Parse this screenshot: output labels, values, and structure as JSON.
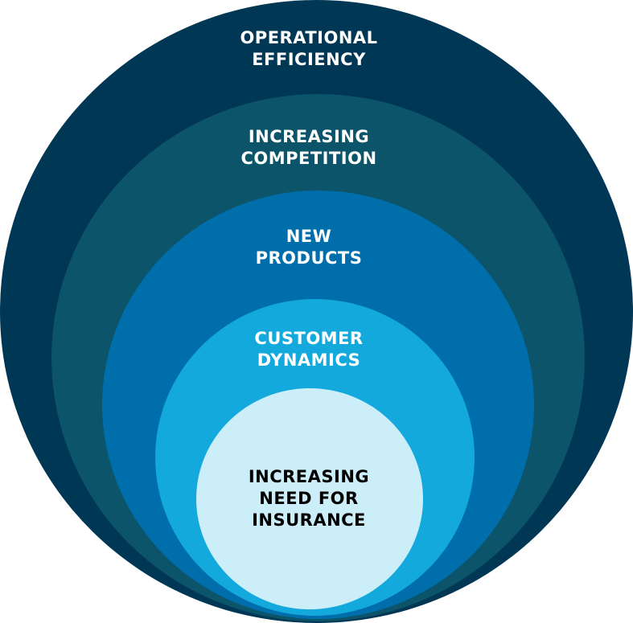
{
  "diagram": {
    "type": "nested-circles",
    "layers": [
      {
        "id": "operational-efficiency",
        "lines": [
          "OPERATIONAL",
          "EFFICIENCY"
        ],
        "fill": "#003755",
        "text_color": "#ffffff"
      },
      {
        "id": "increasing-competition",
        "lines": [
          "INCREASING",
          "COMPETITION"
        ],
        "fill": "#0C5469",
        "text_color": "#ffffff"
      },
      {
        "id": "new-products",
        "lines": [
          "NEW",
          "PRODUCTS"
        ],
        "fill": "#006EAA",
        "text_color": "#ffffff"
      },
      {
        "id": "customer-dynamics",
        "lines": [
          "CUSTOMER",
          "DYNAMICS"
        ],
        "fill": "#13A9DC",
        "text_color": "#ffffff"
      },
      {
        "id": "increasing-need-for-insurance",
        "lines": [
          "INCREASING",
          "NEED FOR",
          "INSURANCE"
        ],
        "fill": "#CCEEF9",
        "text_color": "#000000"
      }
    ]
  }
}
